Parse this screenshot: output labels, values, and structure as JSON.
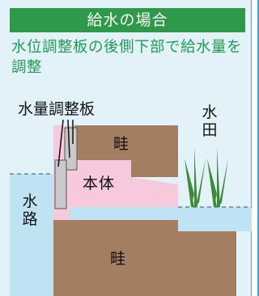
{
  "title": "給水の場合",
  "description": "水位調整板の後側下部で給水量を調整",
  "labels": {
    "board": "水量調整板",
    "paddy": "水田",
    "channel": "水路",
    "ridge_top": "畦",
    "body": "本体",
    "ridge_bottom": "畦"
  },
  "colors": {
    "panel_background": "#e3f2f9",
    "title_background": "#2e9a49",
    "title_text": "#ffffff",
    "description_text": "#219c52",
    "soil": "#a37e60",
    "water": "#bfe3f2",
    "body": "#f7c9dc",
    "board": "#c9c9c9",
    "plant": "#3f8a38"
  }
}
